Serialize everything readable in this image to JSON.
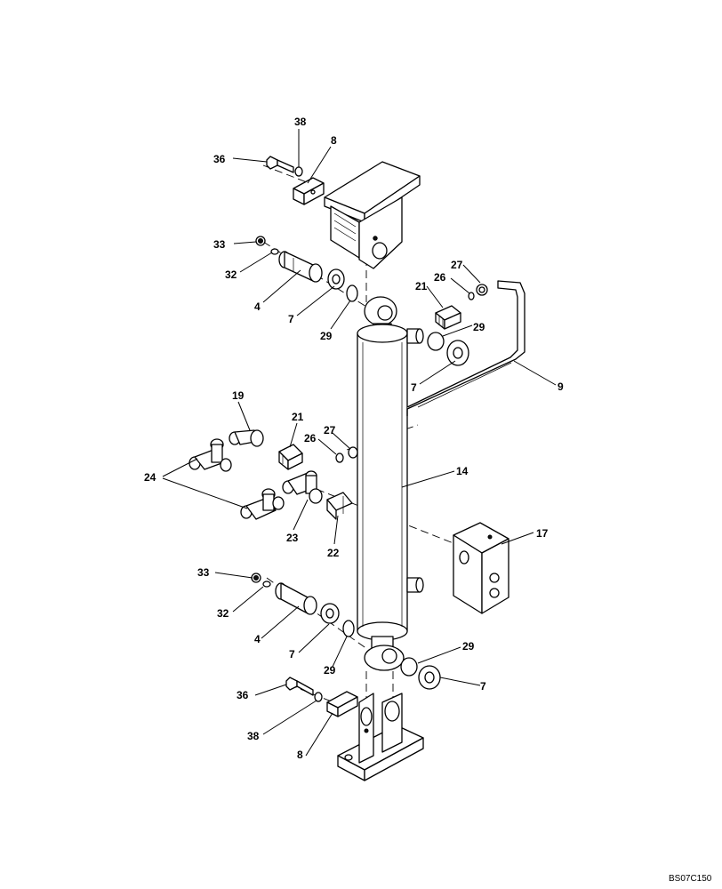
{
  "callouts": {
    "c38_top": "38",
    "c8_top": "8",
    "c36_top": "36",
    "c33_top": "33",
    "c32_top": "32",
    "c4_top": "4",
    "c7_top": "7",
    "c29_top": "29",
    "c21_top": "21",
    "c26_top": "26",
    "c27_top": "27",
    "c29_right": "29",
    "c7_right": "7",
    "c9": "9",
    "c19": "19",
    "c21_mid": "21",
    "c26_mid": "26",
    "c27_mid": "27",
    "c24": "24",
    "c14": "14",
    "c23": "23",
    "c22": "22",
    "c17": "17",
    "c33_bot": "33",
    "c32_bot": "32",
    "c4_bot": "4",
    "c7_bot": "7",
    "c29_bot": "29",
    "c29_botright": "29",
    "c7_botright": "7",
    "c36_bot": "36",
    "c38_bot": "38",
    "c8_bot": "8"
  },
  "drawing_code": "BS07C150"
}
